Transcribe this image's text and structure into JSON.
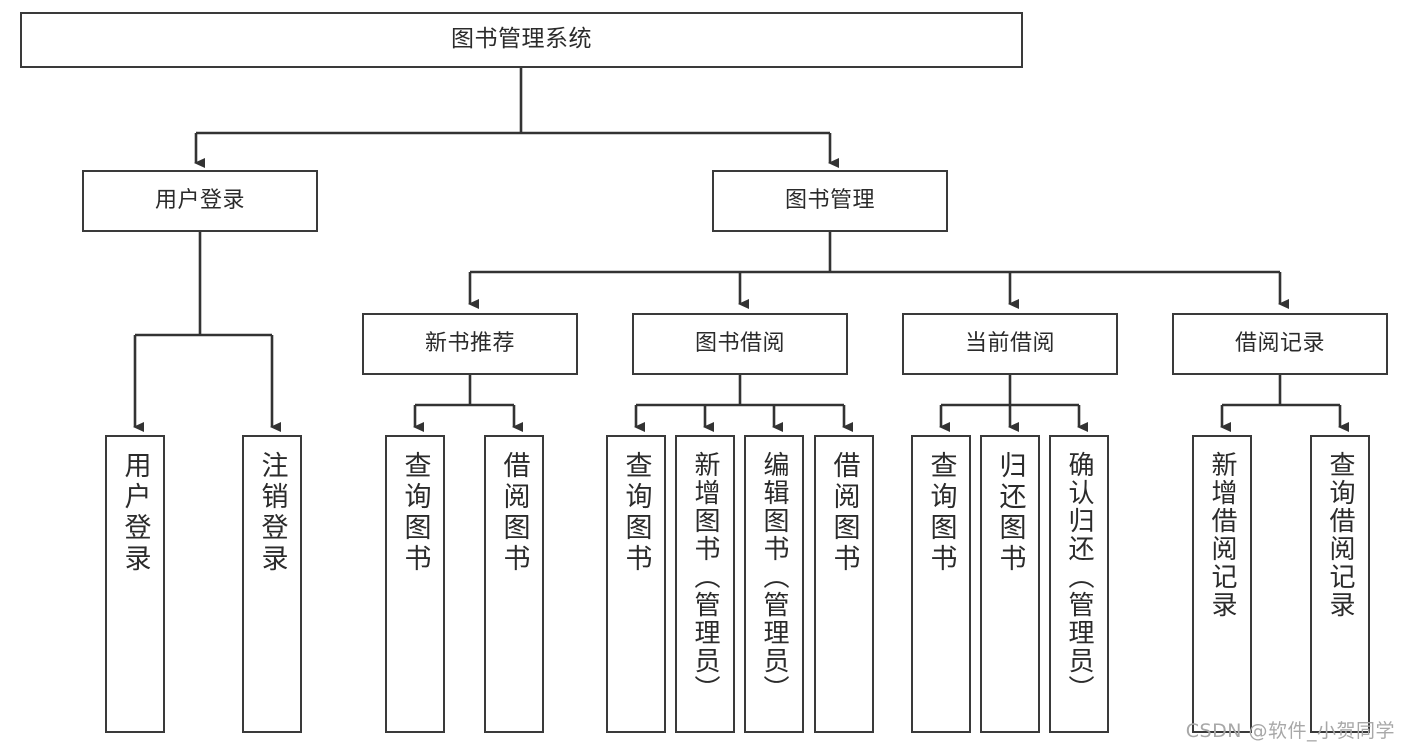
{
  "diagram": {
    "title": "图书管理系统",
    "type": "tree",
    "orientation": "top-down",
    "style": {
      "box_fill": "#ffffff",
      "box_stroke": "#3a3a3a",
      "text_color": "#2b2b2b",
      "connector_color": "#333333",
      "background": "#ffffff"
    },
    "nodes": {
      "root": {
        "id": "root",
        "label": "图书管理系统",
        "level": 0,
        "orientation": "horizontal"
      },
      "l1": [
        {
          "id": "user-login",
          "label": "用户登录",
          "level": 1,
          "orientation": "horizontal"
        },
        {
          "id": "book-manage",
          "label": "图书管理",
          "level": 1,
          "orientation": "horizontal"
        }
      ],
      "l2": [
        {
          "id": "new-book-rec",
          "label": "新书推荐",
          "level": 2,
          "orientation": "horizontal",
          "parent": "book-manage"
        },
        {
          "id": "book-borrow",
          "label": "图书借阅",
          "level": 2,
          "orientation": "horizontal",
          "parent": "book-manage"
        },
        {
          "id": "current-borrow",
          "label": "当前借阅",
          "level": 2,
          "orientation": "horizontal",
          "parent": "book-manage"
        },
        {
          "id": "borrow-record",
          "label": "借阅记录",
          "level": 2,
          "orientation": "horizontal",
          "parent": "book-manage"
        }
      ],
      "leaves": [
        {
          "id": "leaf-user-login",
          "label": "用户登录",
          "parent": "user-login",
          "orientation": "vertical"
        },
        {
          "id": "leaf-user-logout",
          "label": "注销登录",
          "parent": "user-login",
          "orientation": "vertical"
        },
        {
          "id": "leaf-rec-query-book",
          "label": "查询图书",
          "parent": "new-book-rec",
          "orientation": "vertical"
        },
        {
          "id": "leaf-rec-borrow-book",
          "label": "借阅图书",
          "parent": "new-book-rec",
          "orientation": "vertical"
        },
        {
          "id": "leaf-borrow-query-book",
          "label": "查询图书",
          "parent": "book-borrow",
          "orientation": "vertical"
        },
        {
          "id": "leaf-borrow-add-book",
          "label": "新增图书（管理员）",
          "parent": "book-borrow",
          "orientation": "vertical"
        },
        {
          "id": "leaf-borrow-edit-book",
          "label": "编辑图书（管理员）",
          "parent": "book-borrow",
          "orientation": "vertical"
        },
        {
          "id": "leaf-borrow-borrow-book",
          "label": "借阅图书",
          "parent": "book-borrow",
          "orientation": "vertical"
        },
        {
          "id": "leaf-cur-query-book",
          "label": "查询图书",
          "parent": "current-borrow",
          "orientation": "vertical"
        },
        {
          "id": "leaf-cur-return-book",
          "label": "归还图书",
          "parent": "current-borrow",
          "orientation": "vertical"
        },
        {
          "id": "leaf-cur-confirm-return",
          "label": "确认归还（管理员）",
          "parent": "current-borrow",
          "orientation": "vertical"
        },
        {
          "id": "leaf-rec-add-record",
          "label": "新增借阅记录",
          "parent": "borrow-record",
          "orientation": "vertical"
        },
        {
          "id": "leaf-rec-query-record",
          "label": "查询借阅记录",
          "parent": "borrow-record",
          "orientation": "vertical"
        }
      ]
    }
  },
  "watermark": {
    "text": "CSDN @软件_小贺同学"
  }
}
